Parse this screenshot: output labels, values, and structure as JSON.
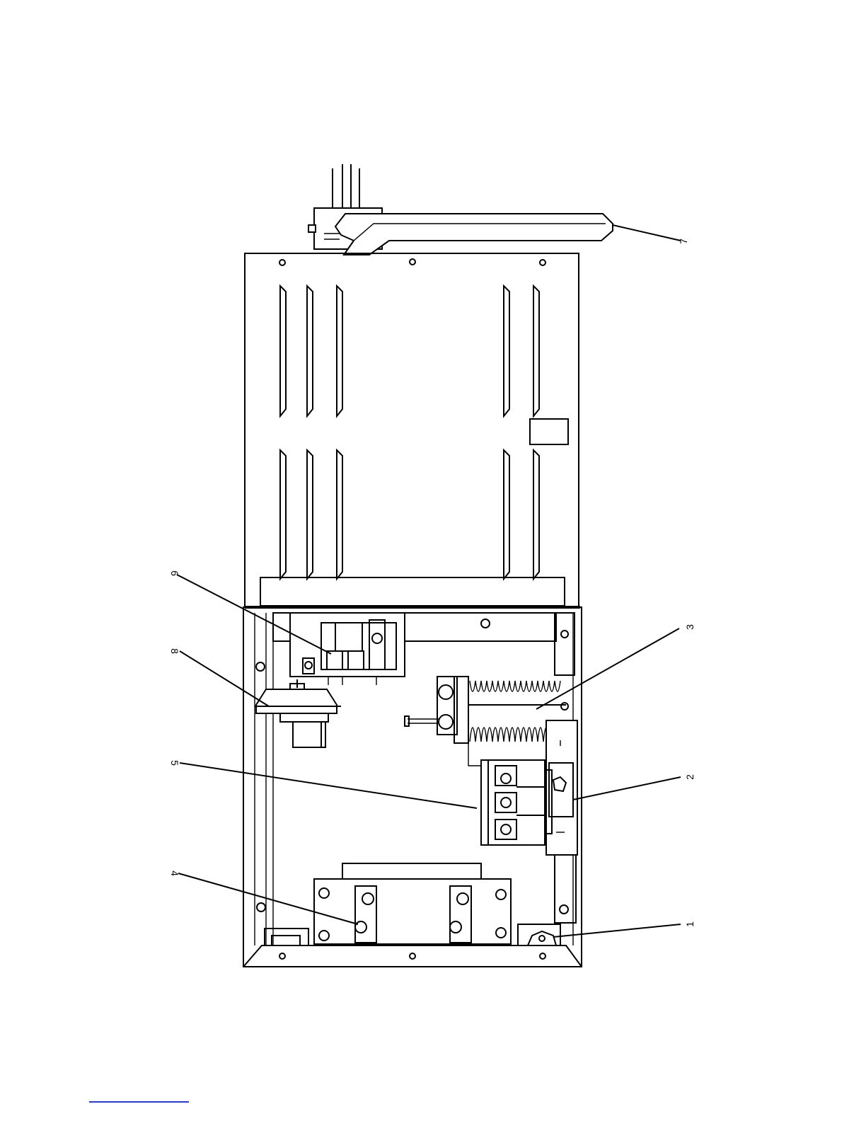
{
  "figure": {
    "callouts": [
      {
        "id": "7",
        "label": "7"
      },
      {
        "id": "6",
        "label": "6"
      },
      {
        "id": "8",
        "label": "8"
      },
      {
        "id": "3",
        "label": "3"
      },
      {
        "id": "5",
        "label": "5"
      },
      {
        "id": "2",
        "label": "2"
      },
      {
        "id": "4",
        "label": "4"
      },
      {
        "id": "1",
        "label": "1"
      }
    ]
  },
  "colors": {
    "line": "#000000",
    "background": "#ffffff",
    "footer_rule": "#2a3ec8"
  }
}
